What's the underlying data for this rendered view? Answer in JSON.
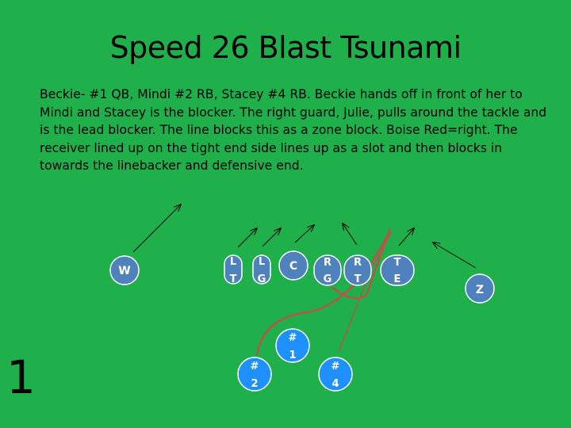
{
  "slide": {
    "title": "Speed 26 Blast Tsunami",
    "description": "Beckie- #1 QB, Mindi #2 RB, Stacey #4 RB. Beckie hands off in front of her to Mindi and Stacey is the blocker. The right guard, Julie, pulls around the tackle and is the lead blocker. The line blocks this as a zone block.  Boise Red=right. The receiver lined up on the tight end side lines up as a slot and then blocks in towards the linebacker and defensive end.",
    "slide_number": "1"
  },
  "colors": {
    "field": "#1fb04b",
    "line_player": "#4f81bd",
    "back_player": "#1e90ff",
    "run_path": "#b5564a",
    "arrow": "#000000"
  },
  "players": {
    "w": {
      "label": "W"
    },
    "lt": {
      "label1": "L",
      "label2": "T"
    },
    "lg": {
      "label1": "L",
      "label2": "G"
    },
    "c": {
      "label": "C"
    },
    "rg": {
      "label1": "R",
      "label2": "G"
    },
    "rt": {
      "label1": "R",
      "label2": "T"
    },
    "te": {
      "label1": "T",
      "label2": "E"
    },
    "z": {
      "label": "Z"
    },
    "qb": {
      "label1": "#",
      "label2": "1"
    },
    "rb2": {
      "label1": "#",
      "label2": "2"
    },
    "rb4": {
      "label1": "#",
      "label2": "4"
    }
  }
}
